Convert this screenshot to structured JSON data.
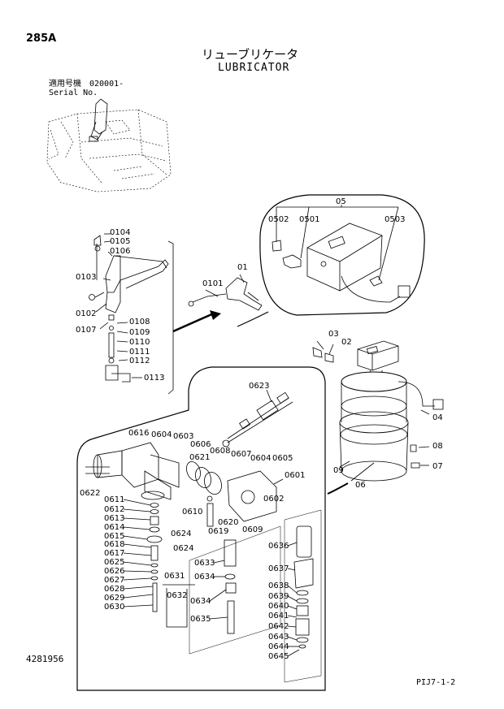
{
  "header": {
    "page_id": "285A",
    "title_ja": "リューブリケータ",
    "title_en": "LUBRICATOR",
    "serial_ja": "適用号機　020001-",
    "serial_en": "Serial No."
  },
  "footer": {
    "doc_number": "4281956",
    "page_ref": "PIJ7-1-2"
  },
  "labels": {
    "n05": "05",
    "n0502": "0502",
    "n0501": "0501",
    "n0503": "0503",
    "n01": "01",
    "n0101": "0101",
    "n0104": "0104",
    "n0105": "0105",
    "n0106": "0106",
    "n0103": "0103",
    "n0102": "0102",
    "n0107": "0107",
    "n0108": "0108",
    "n0109": "0109",
    "n0110": "0110",
    "n0111": "0111",
    "n0112": "0112",
    "n0113": "0113",
    "n03": "03",
    "n02": "02",
    "n04": "04",
    "n08": "08",
    "n07": "07",
    "n09": "09",
    "n06": "06",
    "n0623": "0623",
    "n0616": "0616",
    "n0604a": "0604",
    "n0603": "0603",
    "n0606": "0606",
    "n0608": "0608",
    "n0607": "0607",
    "n0604b": "0604",
    "n0605": "0605",
    "n0621": "0621",
    "n0601": "0601",
    "n0602": "0602",
    "n0622": "0622",
    "n0611": "0611",
    "n0612": "0612",
    "n0613": "0613",
    "n0614": "0614",
    "n0615": "0615",
    "n0618": "0618",
    "n0617": "0617",
    "n0625": "0625",
    "n0626": "0626",
    "n0627": "0627",
    "n0628": "0628",
    "n0629": "0629",
    "n0630": "0630",
    "n0610": "0610",
    "n0620": "0620",
    "n0619": "0619",
    "n0609": "0609",
    "n0624a": "0624",
    "n0624b": "0624",
    "n0631": "0631",
    "n0632": "0632",
    "n0633": "0633",
    "n0634a": "0634",
    "n0634b": "0634",
    "n0635": "0635",
    "n0636": "0636",
    "n0637": "0637",
    "n0638": "0638",
    "n0639": "0639",
    "n0640": "0640",
    "n0641": "0641",
    "n0642": "0642",
    "n0643": "0643",
    "n0644": "0644",
    "n0645": "0645"
  }
}
